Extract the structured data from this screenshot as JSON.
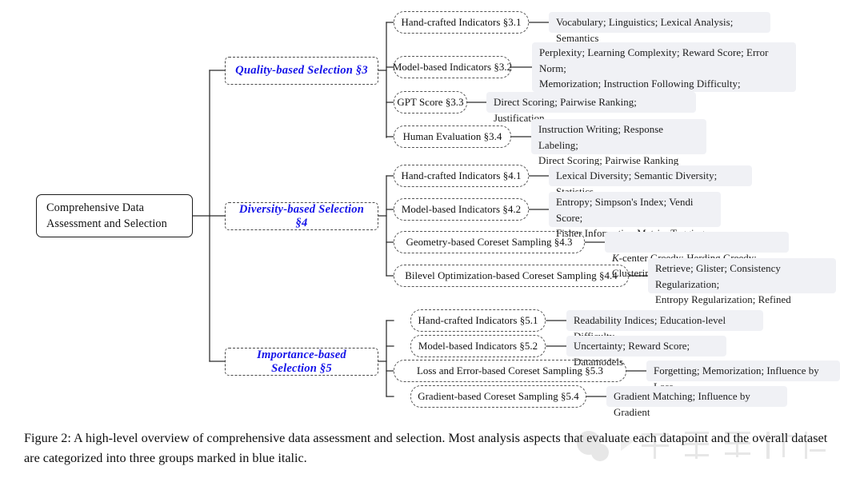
{
  "figure": {
    "root": {
      "line1": "Comprehensive Data",
      "line2": "Assessment and Selection"
    },
    "caption": "Figure 2: A high-level overview of comprehensive data assessment and selection. Most analysis aspects that evaluate each datapoint and the overall dataset are categorized into three groups marked in blue italic.",
    "accent_color": "#1413e8",
    "leaf_background": "#f0f1f5",
    "branches": [
      {
        "label": "Quality-based Selection §3",
        "methods": [
          {
            "label": "Hand-crafted Indicators §3.1",
            "items": "Vocabulary; Linguistics; Lexical Analysis; Semantics"
          },
          {
            "label": "Model-based Indicators §3.2",
            "items": "Perplexity; Learning Complexity; Reward Score; Error Norm;\nMemorization; Instruction Following Difficulty;\nPredictability; Uncertainty"
          },
          {
            "label": "GPT Score §3.3",
            "items": "Direct Scoring; Pairwise Ranking; Justification"
          },
          {
            "label": "Human Evaluation §3.4",
            "items": "Instruction Writing; Response Labeling;\nDirect Scoring; Pairwise Ranking"
          }
        ]
      },
      {
        "label": "Diversity-based Selection §4",
        "methods": [
          {
            "label": "Hand-crafted Indicators §4.1",
            "items": "Lexical Diversity; Semantic Diversity; Statistics"
          },
          {
            "label": "Model-based Indicators §4.2",
            "items": "Entropy; Simpson's Index; Vendi Score;\nFisher Information Matrix; Tagging"
          },
          {
            "label": "Geometry-based Coreset Sampling §4.3",
            "items_prefix_italic": "K",
            "items": "-center Greedy; Herding Greedy; Clustering"
          },
          {
            "label": "Bilevel Optimization-based Coreset Sampling §4.4",
            "items": "Retrieve; Glister; Consistency Regularization;\nEntropy Regularization; Refined Minimal Size"
          }
        ]
      },
      {
        "label": "Importance-based Selection §5",
        "methods": [
          {
            "label": "Hand-crafted Indicators §5.1",
            "items": "Readability Indices; Education-level Difficulty"
          },
          {
            "label": "Model-based Indicators §5.2",
            "items": "Uncertainty; Reward Score; Datamodels"
          },
          {
            "label": "Loss and Error-based Coreset Sampling §5.3",
            "items": "Forgetting; Memorization; Influence by Loss"
          },
          {
            "label": "Gradient-based Coreset Sampling §5.4",
            "items": "Gradient Matching; Influence by Gradient"
          }
        ]
      }
    ]
  }
}
